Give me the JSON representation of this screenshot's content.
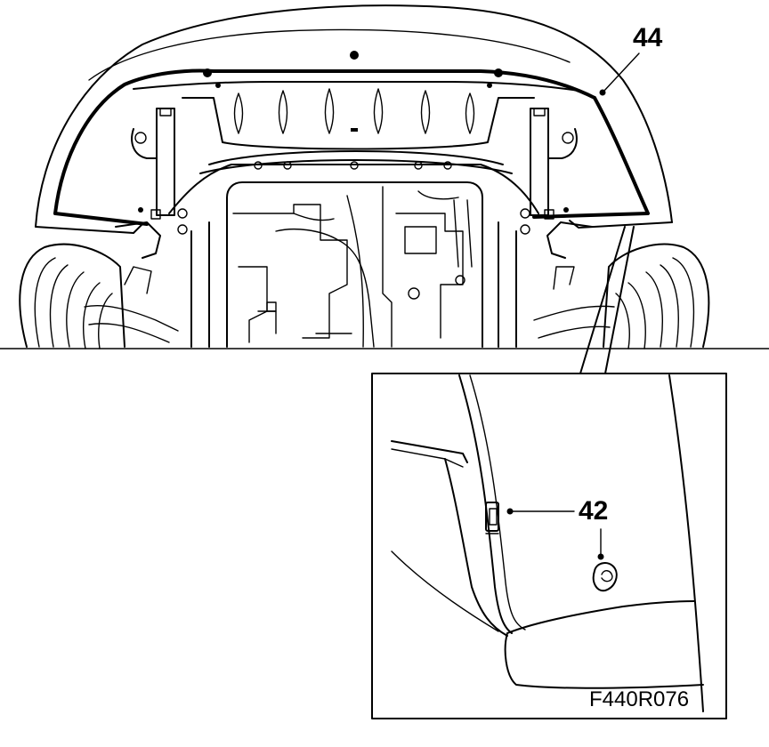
{
  "diagram": {
    "callouts": [
      {
        "id": "44",
        "text": "44"
      },
      {
        "id": "42",
        "text": "42"
      }
    ],
    "figure_code": "F440R076"
  }
}
